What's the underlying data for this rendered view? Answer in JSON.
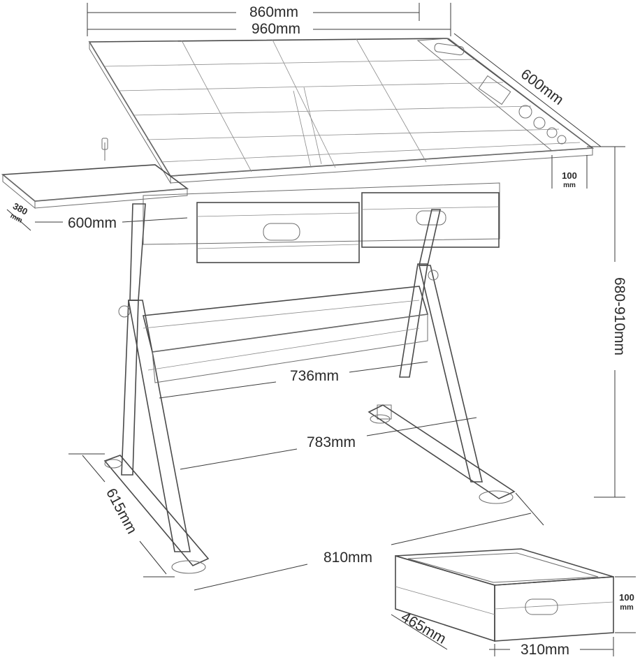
{
  "figure": {
    "subject": "drafting table with drawers",
    "line_color": "#4a4a4a",
    "background": "#ffffff"
  },
  "dimensions": {
    "board_inner_width": "860mm",
    "board_outer_width": "960mm",
    "board_depth": "600mm",
    "tray_depth": "100",
    "tray_unit": "mm",
    "side_shelf_depth": "380",
    "side_shelf_unit": "mm",
    "side_shelf_length": "600mm",
    "height_range": "680-910mm",
    "crossbar_length": "736mm",
    "base_inner_width": "783mm",
    "base_depth": "615mm",
    "base_outer_width": "810mm"
  },
  "drawer": {
    "height": "100",
    "height_unit": "mm",
    "depth": "465mm",
    "width": "310mm"
  }
}
